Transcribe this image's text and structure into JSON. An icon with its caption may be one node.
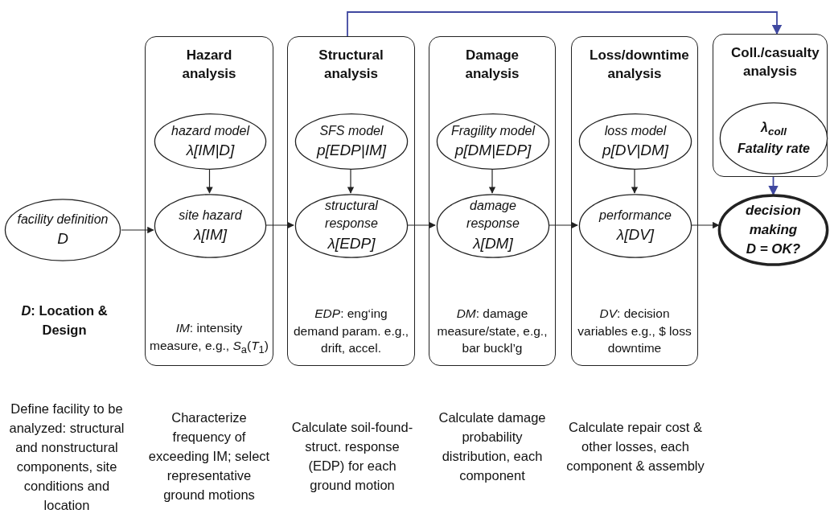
{
  "diagram": {
    "nodes": [
      {
        "text": [
          "facility definition",
          "D"
        ]
      },
      {
        "text": [
          "Hazard analysis",
          "*IM*: intensity measure, e.g., *S*$_{a}$(*T*$_{1}$)"
        ]
      },
      {
        "text": [
          "hazard model",
          "λ[IM|D]"
        ],
        "in": 1
      },
      {
        "text": [
          "site hazard",
          "λ[IM]"
        ],
        "in": 1
      },
      {
        "text": [
          "Structural analysis",
          "*EDP*: eng‘ing demand param. e.g., drift, accel."
        ]
      },
      {
        "text": [
          "SFS model",
          "p[EDP|IM]"
        ],
        "in": 4
      },
      {
        "text": [
          "structural response",
          "λ[EDP]"
        ],
        "in": 4
      },
      {
        "text": [
          "Damage analysis",
          "*DM*: damage measure/state, e.g., bar buckl’g"
        ]
      },
      {
        "text": [
          "Fragility model",
          "p[DM|EDP]"
        ],
        "in": 7
      },
      {
        "text": [
          "damage response",
          "λ[DM]"
        ],
        "in": 7
      },
      {
        "text": [
          "Loss/downtime analysis",
          "*DV*: decision variables e.g., $ loss downtime"
        ]
      },
      {
        "text": [
          "loss model",
          "p[DV|DM]"
        ],
        "in": 10
      },
      {
        "text": [
          "performance",
          "λ[DV]"
        ],
        "in": 10
      },
      {
        "text": [
          "Coll./casualty analysis"
        ]
      },
      {
        "text": [
          "λ$_{coll}$",
          "Fatality rate"
        ],
        "in": 13
      },
      {
        "text": [
          "decision making",
          "D = OK?"
        ]
      }
    ],
    "edges": [
      {
        "from": 0,
        "to": 3,
        "arrow": "to"
      },
      {
        "from": 2,
        "to": 3,
        "arrow": "to"
      },
      {
        "from": 3,
        "to": 6,
        "arrow": "to"
      },
      {
        "from": 5,
        "to": 6,
        "arrow": "to"
      },
      {
        "from": 6,
        "to": 9,
        "arrow": "to"
      },
      {
        "from": 8,
        "to": 9,
        "arrow": "to"
      },
      {
        "from": 9,
        "to": 12,
        "arrow": "to"
      },
      {
        "from": 11,
        "to": 12,
        "arrow": "to"
      },
      {
        "from": 12,
        "to": 15,
        "arrow": "to"
      },
      {
        "from": 4,
        "to": 13,
        "arrow": "to",
        "color": "#3f48a0"
      },
      {
        "from": 13,
        "to": 15,
        "arrow": "to",
        "color": "#3f48a0"
      }
    ],
    "labels": [
      "*D*: Location & Design",
      "Define facility to be analyzed: structural and nonstructural components, site conditions and location",
      "Characterize frequency of exceeding IM; select representative ground motions",
      "Calculate soil-found-struct. response (EDP) for each ground motion",
      "Calculate damage probability distribution, each component",
      "Calculate repair cost & other losses, each component & assembly"
    ]
  }
}
